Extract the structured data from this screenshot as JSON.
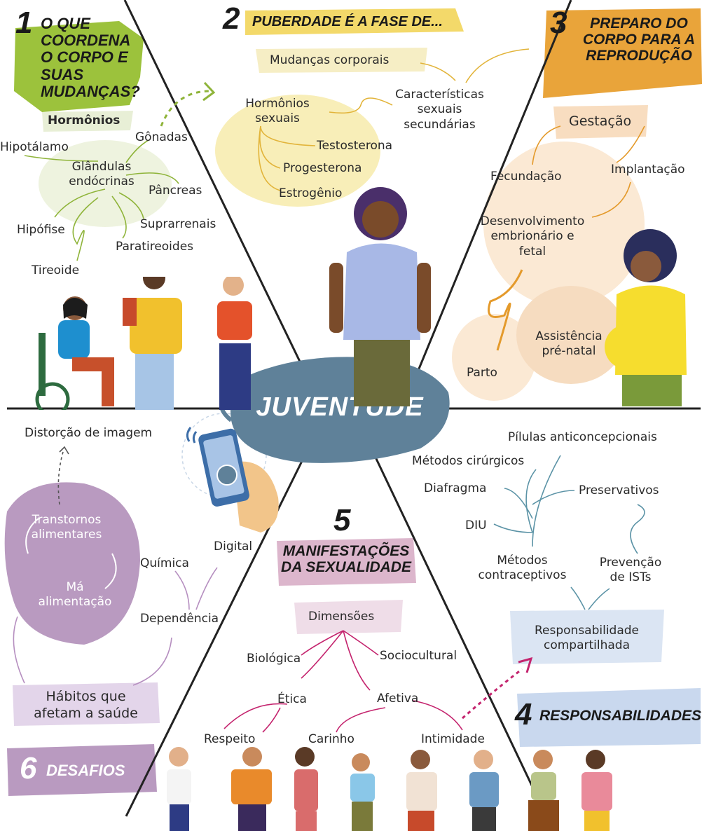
{
  "colors": {
    "green": "#9cc23c",
    "yellow": "#f6e7a6",
    "orange": "#e9a43a",
    "peach": "#f6dcc0",
    "blue": "#c9d8ee",
    "purple": "#b99ac0",
    "pink": "#dcb6cc",
    "slate": "#5f8199",
    "arrow_green": "#8fb43a",
    "arrow_orange": "#e49a2b",
    "arrow_blue": "#5b93a6",
    "arrow_purple": "#b68fc0",
    "arrow_pink": "#c4246e"
  },
  "center": {
    "label": "JUVENTUDE"
  },
  "s1": {
    "num": "1",
    "title": "O que coordena o corpo e suas mudanças?",
    "hormonios": "Hormônios",
    "glandulas": "Glândulas endócrinas",
    "hipotalamo": "Hipotálamo",
    "gonadas": "Gônadas",
    "pancreas": "Pâncreas",
    "hipofise": "Hipófise",
    "suprarrenais": "Suprarrenais",
    "paratireoides": "Paratireoides",
    "tireoide": "Tireoide"
  },
  "s2": {
    "num": "2",
    "title": "Puberdade é a fase de...",
    "mudancas": "Mudanças corporais",
    "caracteristicas": "Características sexuais secundárias",
    "hormonios_sexuais": "Hormônios sexuais",
    "testosterona": "Testosterona",
    "progesterona": "Progesterona",
    "estrogenio": "Estrogênio"
  },
  "s3": {
    "num": "3",
    "title": "Preparo do corpo para a reprodução",
    "gestacao": "Gestação",
    "fecundacao": "Fecundação",
    "implantacao": "Implantação",
    "desenvolvimento": "Desenvolvimento embrionário e fetal",
    "parto": "Parto",
    "assistencia": "Assistência pré-natal"
  },
  "s4": {
    "num": "4",
    "title": "Responsabilidades",
    "pilulas": "Pílulas anticoncepcionais",
    "cirurgicos": "Métodos cirúrgicos",
    "diafragma": "Diafragma",
    "preservativos": "Preservativos",
    "diu": "DIU",
    "contraceptivos": "Métodos contraceptivos",
    "prevencao": "Prevenção de ISTs",
    "responsabilidade": "Responsabilidade compartilhada"
  },
  "s5": {
    "num": "5",
    "title": "Manifestações da sexualidade",
    "dimensoes": "Dimensões",
    "biologica": "Biológica",
    "sociocultural": "Sociocultural",
    "etica": "Ética",
    "afetiva": "Afetiva",
    "respeito": "Respeito",
    "carinho": "Carinho",
    "intimidade": "Intimidade"
  },
  "s6": {
    "num": "6",
    "title": "Desafios",
    "distorcao": "Distorção de imagem",
    "transtornos": "Transtornos alimentares",
    "ma_alimentacao": "Má alimentação",
    "quimica": "Química",
    "digital": "Digital",
    "dependencia": "Dependência",
    "habitos": "Hábitos que afetam a saúde"
  }
}
